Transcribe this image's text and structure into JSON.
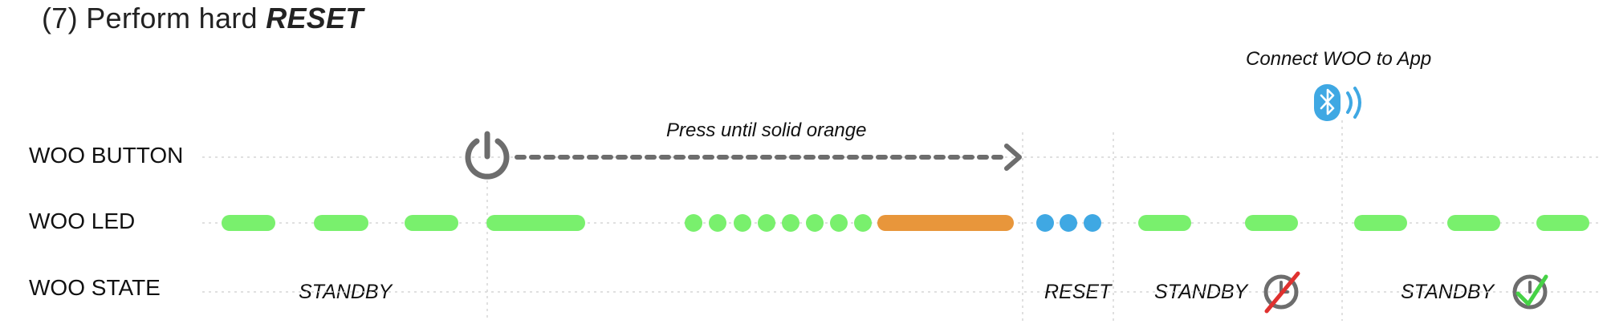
{
  "title": {
    "prefix": "(7) Perform hard ",
    "emphasis": "RESET"
  },
  "rows": {
    "button": "WOO BUTTON",
    "led": "WOO LED",
    "state": "WOO STATE"
  },
  "annotations": {
    "press": "Press until solid orange",
    "connect": "Connect WOO to App"
  },
  "states": {
    "standby_1": "STANDBY",
    "reset": "RESET",
    "standby_2": "STANDBY",
    "standby_3": "STANDBY"
  },
  "icons": {
    "power": "power-icon",
    "bluetooth": "bluetooth-icon",
    "timer_no": "timer-crossed-icon",
    "timer_ok": "timer-check-icon"
  },
  "colors": {
    "led_green": "#79f06d",
    "led_orange": "#e8963b",
    "led_blue": "#3fa8e3",
    "icon_gray": "#6d6d6d",
    "bluetooth_blue": "#3fa8e3",
    "cross_red": "#e0312f",
    "check_green": "#46d246",
    "grid_gray": "#d6d6d6"
  }
}
